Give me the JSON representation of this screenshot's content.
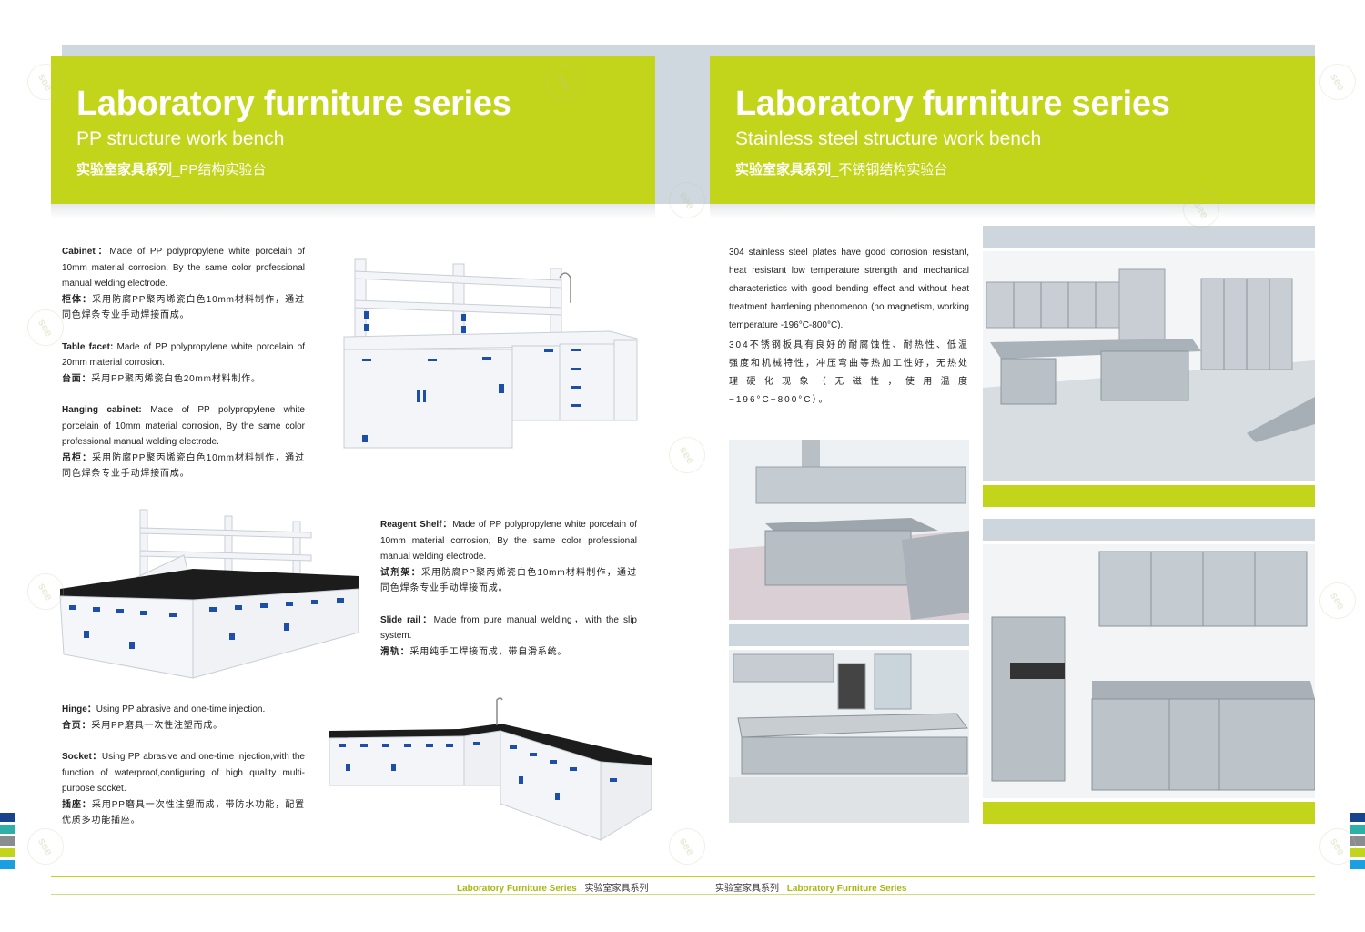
{
  "left_banner": {
    "title": "Laboratory furniture series",
    "subtitle": "PP structure work bench",
    "cn_bold": "实验室家具系列",
    "cn_rest": "_PP结构实验台"
  },
  "right_banner": {
    "title": "Laboratory furniture series",
    "subtitle": "Stainless steel structure work bench",
    "cn_bold": "实验室家具系列",
    "cn_rest": "_不锈钢结构实验台"
  },
  "left_specs_top": [
    {
      "label": "Cabinet：",
      "text": "Made of PP polypropylene white  porcelain of 10mm  material  corrosion,  By  the  same  color professional manual welding electrode.",
      "cn_label": "柜体：",
      "cn": "采用防腐PP聚丙烯瓷白色10mm材料制作，通过同色焊条专业手动焊接而成。"
    },
    {
      "label": "Table facet: ",
      "text": "Made of PP polypropylene white porcelain of 20mm material corrosion.",
      "cn_label": "台面：",
      "cn": "采用PP聚丙烯瓷白色20mm材料制作。"
    },
    {
      "label": "Hanging  cabinet: ",
      "text": "Made  of  PP  polypropylene  white porcelain of 10mm material corrosion, By the same color professional manual welding electrode.",
      "cn_label": "吊柜：",
      "cn": "采用防腐PP聚丙烯瓷白色10mm材料制作，通过同色焊条专业手动焊接而成。"
    }
  ],
  "middle_specs": [
    {
      "label": "Reagent Shelf：",
      "text": "Made of PP polypropylene white  porcelain of 10mm material corrosion, By the same color professional manual welding electrode.",
      "cn_label": "试剂架：",
      "cn": "采用防腐PP聚丙烯瓷白色10mm材料制作，通过同色焊条专业手动焊接而成。"
    },
    {
      "label": "Slide rail：",
      "text": "Made from pure manual welding，with the slip system.",
      "cn_label": "滑轨：",
      "cn": "采用纯手工焊接而成，带自滑系统。"
    }
  ],
  "left_specs_bottom": [
    {
      "label": "Hinge：",
      "text": "Using PP abrasive and one-time injection.",
      "cn_label": "合页：",
      "cn": "采用PP磨具一次性注塑而成。"
    },
    {
      "label": "Socket：",
      "text": "Using PP abrasive and one-time injection,with the  function  of  waterproof,configuring  of  high  quality multi-purpose socket.",
      "cn_label": "插座：",
      "cn": "采用PP磨具一次性注塑而成，带防水功能，配置优质多功能插座。"
    }
  ],
  "right_intro": {
    "en": "304 stainless steel plates have good corrosion resistant, heat resistant low temperature strength and mechanical characteristics  with  good  bending  effect  and  without heat treatment hardening phenomenon (no magnetism, working temperature -196°C-800°C).",
    "cn": "304不锈钢板具有良好的耐腐蚀性、耐热性、低温强度和机械特性，冲压弯曲等热加工性好，无热处理硬化现象（无磁性，使用温度−196°C~800°C）。"
  },
  "footer": {
    "left_en": "Laboratory Furniture Series",
    "left_cn": "实验室家具系列",
    "right_cn": "实验室家具系列",
    "right_en": "Laboratory Furniture Series"
  },
  "watermark": "see",
  "colors": {
    "accent_green": "#c3d51a",
    "panel_gray": "#cfd8df",
    "pp_blue": "#1e4fa8",
    "worktop_black": "#1c1c1c"
  }
}
